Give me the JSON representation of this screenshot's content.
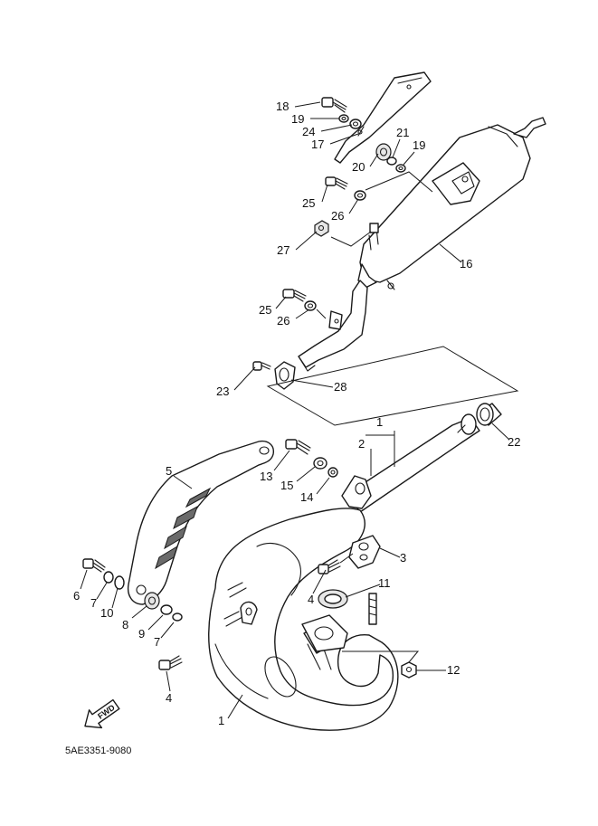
{
  "diagram": {
    "reference_code": "5AE3351-9080",
    "direction_marker": "FWD",
    "callouts": [
      {
        "id": "c18",
        "label": "18"
      },
      {
        "id": "c19a",
        "label": "19"
      },
      {
        "id": "c24",
        "label": "24"
      },
      {
        "id": "c17",
        "label": "17"
      },
      {
        "id": "c21",
        "label": "21"
      },
      {
        "id": "c19b",
        "label": "19"
      },
      {
        "id": "c20",
        "label": "20"
      },
      {
        "id": "c25a",
        "label": "25"
      },
      {
        "id": "c26a",
        "label": "26"
      },
      {
        "id": "c27",
        "label": "27"
      },
      {
        "id": "c16",
        "label": "16"
      },
      {
        "id": "c25b",
        "label": "25"
      },
      {
        "id": "c26b",
        "label": "26"
      },
      {
        "id": "c23",
        "label": "23"
      },
      {
        "id": "c28",
        "label": "28"
      },
      {
        "id": "c1a",
        "label": "1"
      },
      {
        "id": "c2",
        "label": "2"
      },
      {
        "id": "c22",
        "label": "22"
      },
      {
        "id": "c5",
        "label": "5"
      },
      {
        "id": "c13",
        "label": "13"
      },
      {
        "id": "c15",
        "label": "15"
      },
      {
        "id": "c14",
        "label": "14"
      },
      {
        "id": "c3",
        "label": "3"
      },
      {
        "id": "c6",
        "label": "6"
      },
      {
        "id": "c7a",
        "label": "7"
      },
      {
        "id": "c10",
        "label": "10"
      },
      {
        "id": "c8",
        "label": "8"
      },
      {
        "id": "c9",
        "label": "9"
      },
      {
        "id": "c7b",
        "label": "7"
      },
      {
        "id": "c4a",
        "label": "4"
      },
      {
        "id": "c11",
        "label": "11"
      },
      {
        "id": "c12",
        "label": "12"
      },
      {
        "id": "c4b",
        "label": "4"
      },
      {
        "id": "c1b",
        "label": "1"
      }
    ]
  }
}
